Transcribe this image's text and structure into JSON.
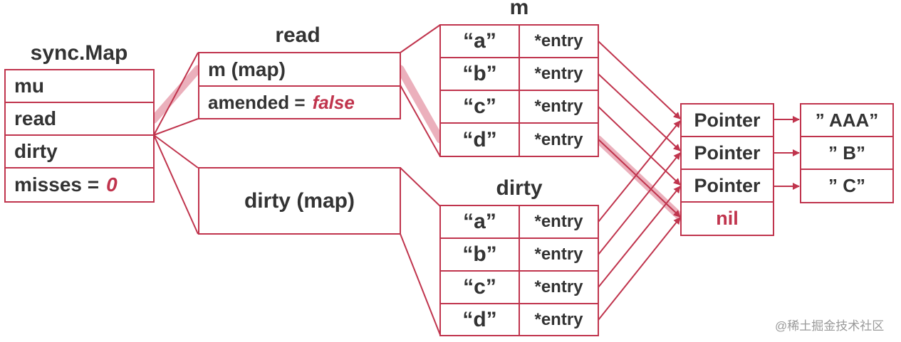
{
  "syncmap": {
    "title": "sync.Map",
    "fields": {
      "mu": "mu",
      "read": "read",
      "dirty": "dirty",
      "misses": "misses =",
      "misses_value": "0"
    }
  },
  "read": {
    "title": "read",
    "m_field": "m  (map)",
    "amended_label": "amended  =",
    "amended_value": "false"
  },
  "dirty_box": {
    "label": "dirty (map)"
  },
  "read_map": {
    "title": "m",
    "rows": [
      {
        "key": "“a”",
        "entry": "*entry"
      },
      {
        "key": "“b”",
        "entry": "*entry"
      },
      {
        "key": "“c”",
        "entry": "*entry"
      },
      {
        "key": "“d”",
        "entry": "*entry"
      }
    ]
  },
  "dirty_map": {
    "title": "dirty",
    "rows": [
      {
        "key": "“a”",
        "entry": "*entry"
      },
      {
        "key": "“b”",
        "entry": "*entry"
      },
      {
        "key": "“c”",
        "entry": "*entry"
      },
      {
        "key": "“d”",
        "entry": "*entry"
      }
    ]
  },
  "pointers": [
    "Pointer",
    "Pointer",
    "Pointer"
  ],
  "nil_label": "nil",
  "values": [
    "” AAA”",
    "” B”",
    "” C”"
  ],
  "watermark": "@稀土掘金技术社区",
  "colors": {
    "border": "#c0344d",
    "highlight": "#e8a2b0",
    "text": "#333333"
  }
}
